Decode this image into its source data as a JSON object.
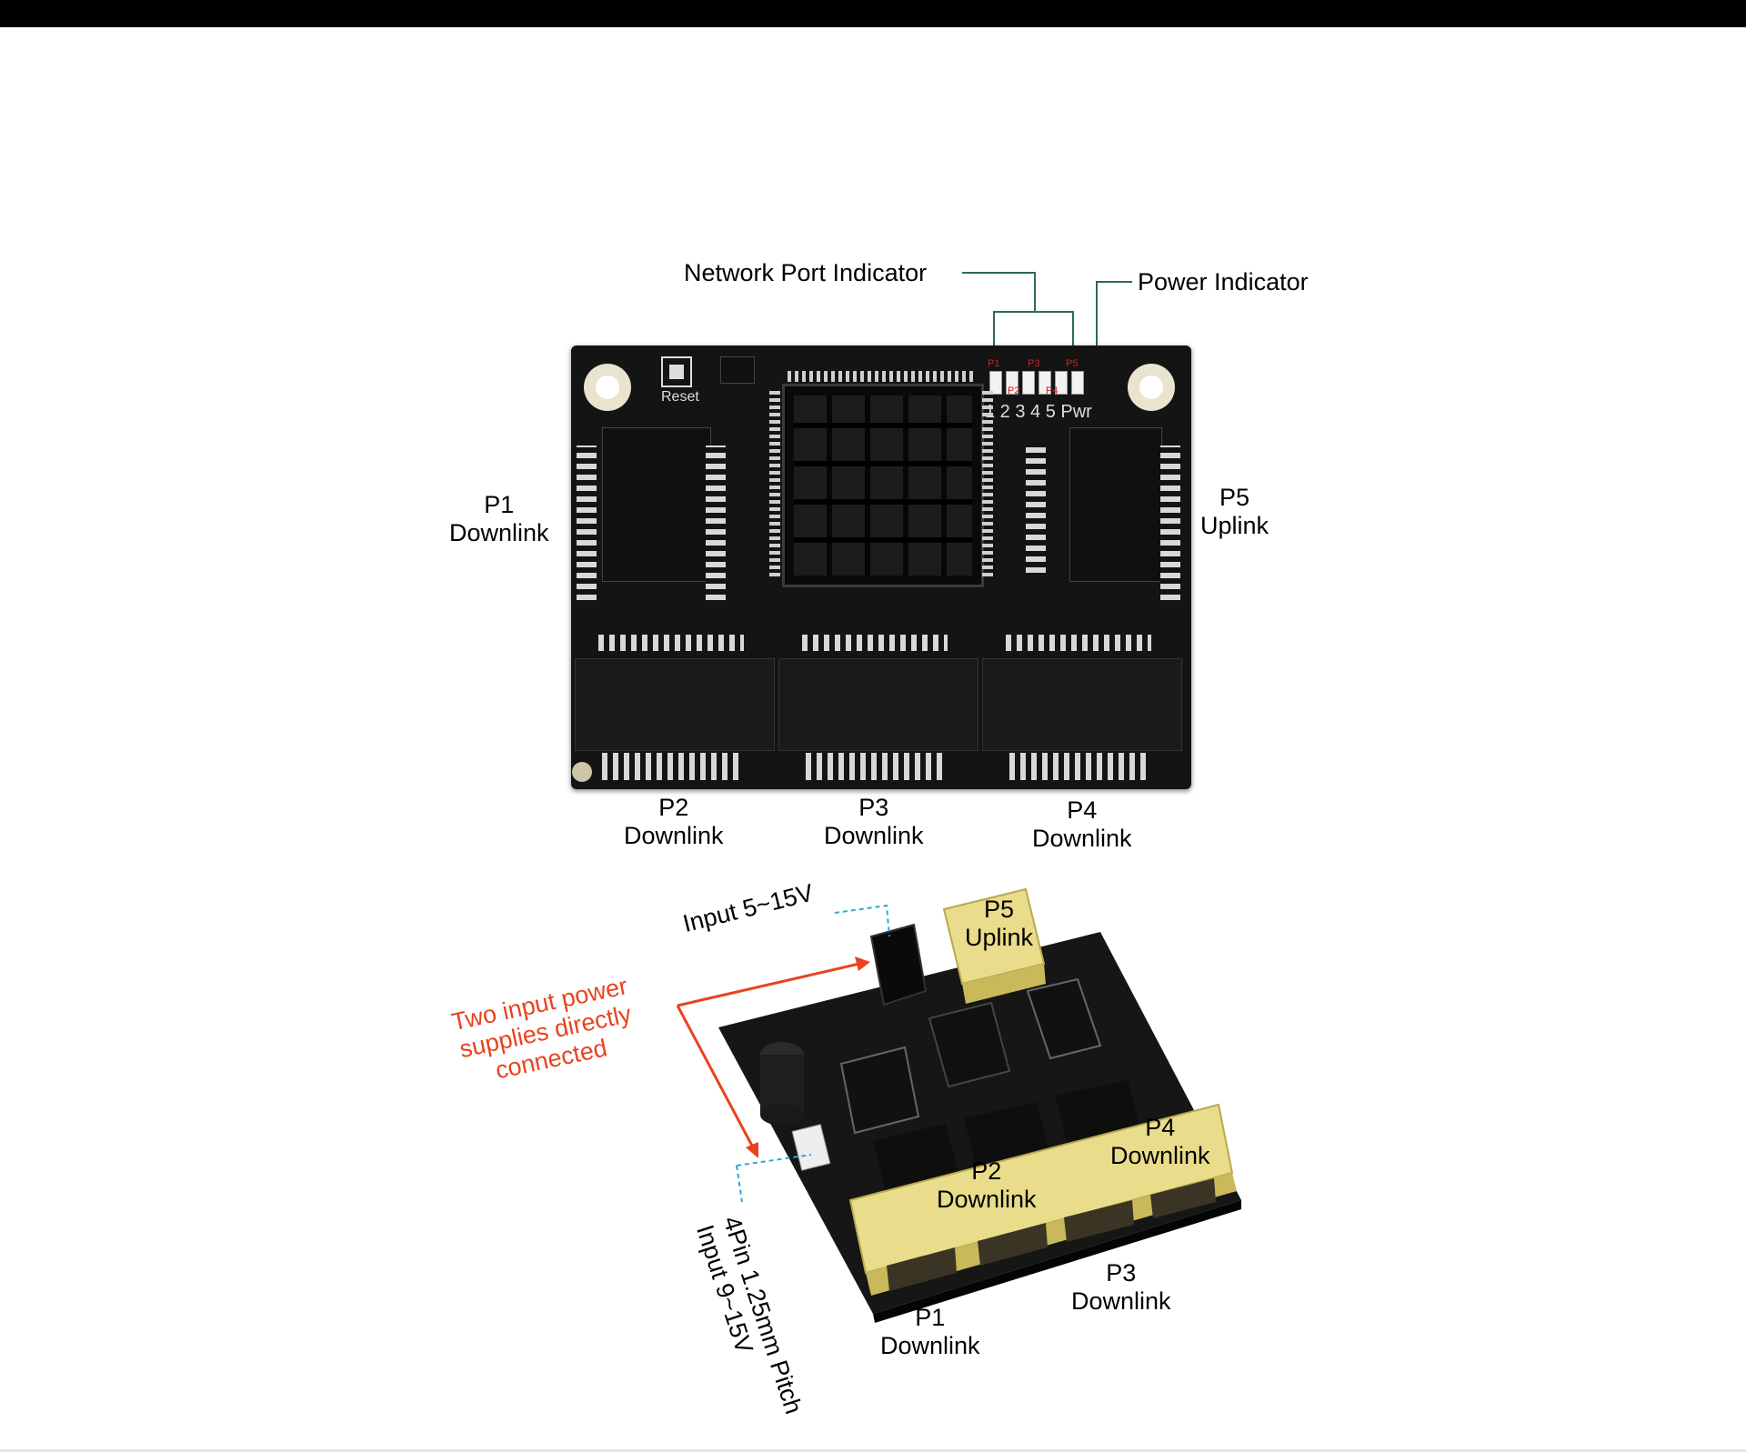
{
  "top_view": {
    "callouts": {
      "network_port_indicator": "Network Port Indicator",
      "power_indicator": "Power Indicator"
    },
    "ports": {
      "p1": {
        "name": "P1",
        "role": "Downlink"
      },
      "p5": {
        "name": "P5",
        "role": "Uplink"
      },
      "p2": {
        "name": "P2",
        "role": "Downlink"
      },
      "p3": {
        "name": "P3",
        "role": "Downlink"
      },
      "p4": {
        "name": "P4",
        "role": "Downlink"
      }
    },
    "silkscreen": {
      "reset": "Reset",
      "led_numbers": "1 2 3 4 5 Pwr",
      "led_p1": "P1",
      "led_p2": "P2",
      "led_p3": "P3",
      "led_p4": "P4",
      "led_p5": "P5"
    }
  },
  "angled_view": {
    "input_dc": "Input 5~15V",
    "two_input_note": [
      "Two input power",
      "supplies directly",
      "connected"
    ],
    "pin_header": [
      "4Pin 1.25mm Pitch",
      "Input 9~15V"
    ],
    "ports": {
      "p5": {
        "name": "P5",
        "role": "Uplink"
      },
      "p4": {
        "name": "P4",
        "role": "Downlink"
      },
      "p2": {
        "name": "P2",
        "role": "Downlink"
      },
      "p3": {
        "name": "P3",
        "role": "Downlink"
      },
      "p1": {
        "name": "P1",
        "role": "Downlink"
      }
    }
  },
  "colors": {
    "note_red": "#e8431e",
    "callout_green": "#2f6b4f",
    "dashed_blue": "#2aa8d8",
    "rj45_yellow": "#e9dc8a",
    "board_black": "#141414"
  }
}
